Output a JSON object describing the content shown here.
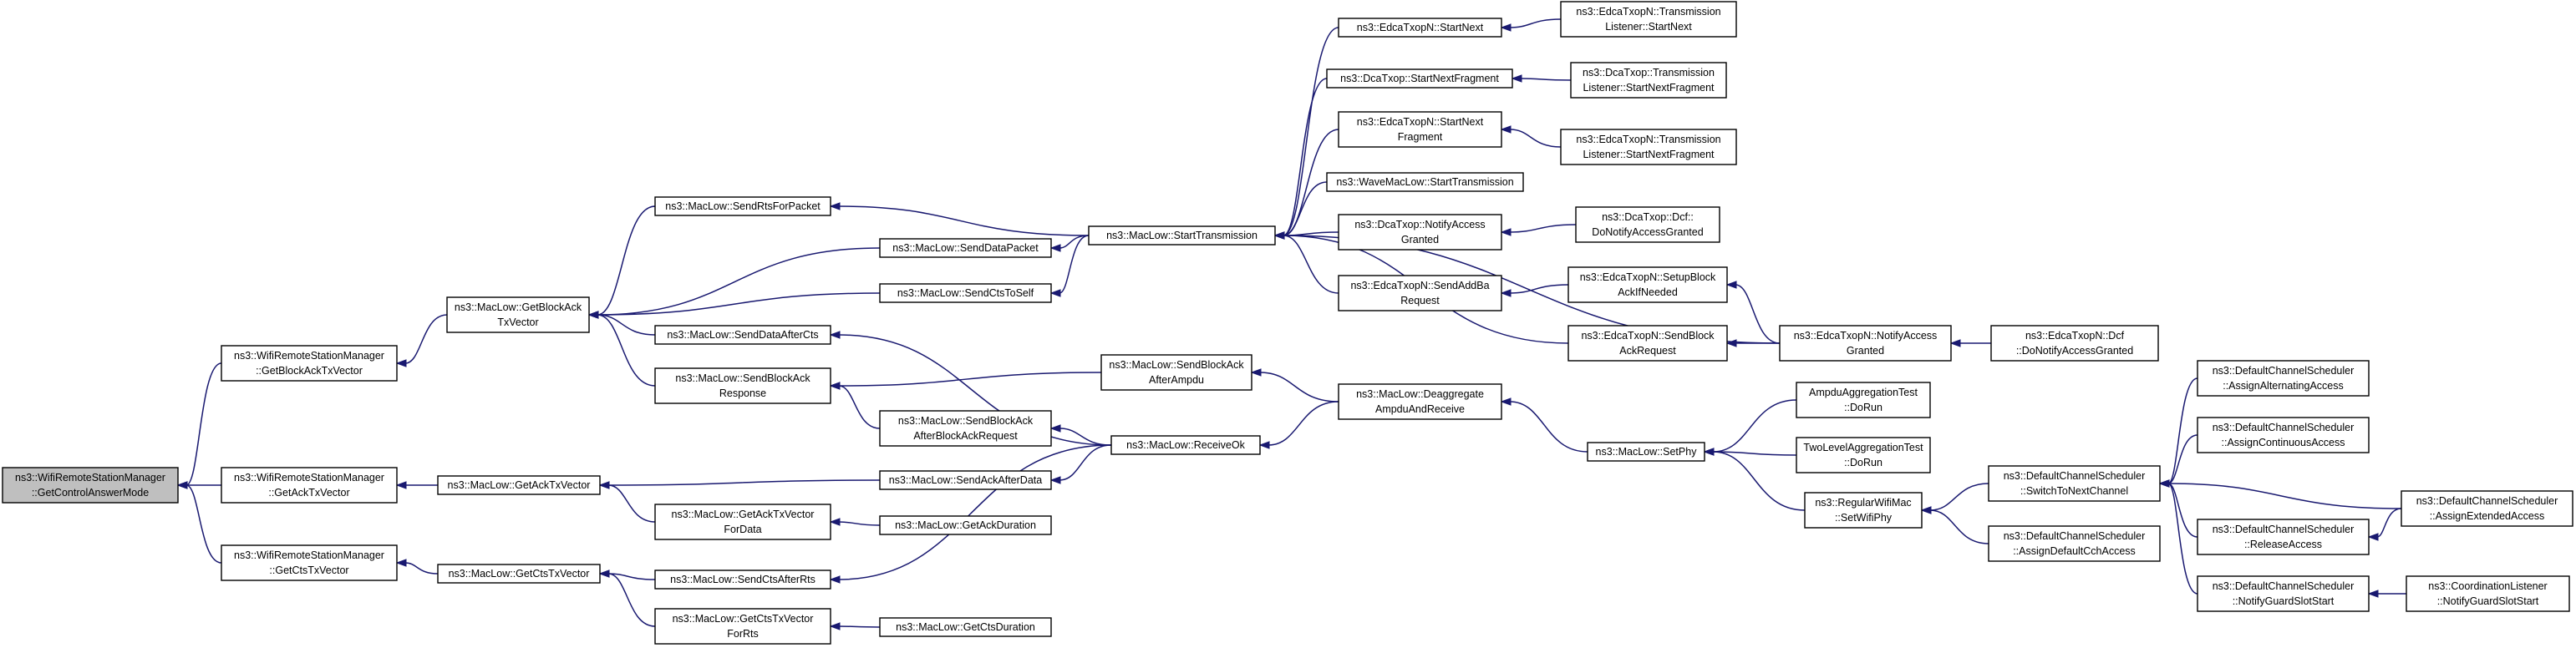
{
  "nodes": [
    {
      "id": "root",
      "lines": [
        "ns3::WifiRemoteStationManager",
        "::GetControlAnswerMode"
      ],
      "root": true
    },
    {
      "id": "wrsm_gba",
      "lines": [
        "ns3::WifiRemoteStationManager",
        "::GetBlockAckTxVector"
      ]
    },
    {
      "id": "wrsm_gack",
      "lines": [
        "ns3::WifiRemoteStationManager",
        "::GetAckTxVector"
      ]
    },
    {
      "id": "wrsm_gcts",
      "lines": [
        "ns3::WifiRemoteStationManager",
        "::GetCtsTxVector"
      ]
    },
    {
      "id": "ml_gba",
      "lines": [
        "ns3::MacLow::GetBlockAck",
        "TxVector"
      ]
    },
    {
      "id": "ml_gack",
      "lines": [
        "ns3::MacLow::GetAckTxVector"
      ]
    },
    {
      "id": "ml_gcts",
      "lines": [
        "ns3::MacLow::GetCtsTxVector"
      ]
    },
    {
      "id": "ml_srts",
      "lines": [
        "ns3::MacLow::SendRtsForPacket"
      ]
    },
    {
      "id": "ml_sdata",
      "lines": [
        "ns3::MacLow::SendDataPacket"
      ]
    },
    {
      "id": "ml_sctsself",
      "lines": [
        "ns3::MacLow::SendCtsToSelf"
      ]
    },
    {
      "id": "ml_sdac",
      "lines": [
        "ns3::MacLow::SendDataAfterCts"
      ]
    },
    {
      "id": "ml_sbar",
      "lines": [
        "ns3::MacLow::SendBlockAck",
        "Response"
      ]
    },
    {
      "id": "ml_sbaaa",
      "lines": [
        "ns3::MacLow::SendBlockAck",
        "AfterAmpdu"
      ]
    },
    {
      "id": "ml_sbaabar",
      "lines": [
        "ns3::MacLow::SendBlockAck",
        "AfterBlockAckRequest"
      ]
    },
    {
      "id": "ml_sackad",
      "lines": [
        "ns3::MacLow::SendAckAfterData"
      ]
    },
    {
      "id": "ml_gacktxfd",
      "lines": [
        "ns3::MacLow::GetAckTxVector",
        "ForData"
      ]
    },
    {
      "id": "ml_gackdur",
      "lines": [
        "ns3::MacLow::GetAckDuration"
      ]
    },
    {
      "id": "ml_sctsar",
      "lines": [
        "ns3::MacLow::SendCtsAfterRts"
      ]
    },
    {
      "id": "ml_gctstxfr",
      "lines": [
        "ns3::MacLow::GetCtsTxVector",
        "ForRts"
      ]
    },
    {
      "id": "ml_gctsdur",
      "lines": [
        "ns3::MacLow::GetCtsDuration"
      ]
    },
    {
      "id": "ml_st",
      "lines": [
        "ns3::MacLow::StartTransmission"
      ]
    },
    {
      "id": "ml_rok",
      "lines": [
        "ns3::MacLow::ReceiveOk"
      ]
    },
    {
      "id": "et_sn",
      "lines": [
        "ns3::EdcaTxopN::StartNext"
      ]
    },
    {
      "id": "dt_snf",
      "lines": [
        "ns3::DcaTxop::StartNextFragment"
      ]
    },
    {
      "id": "et_snf",
      "lines": [
        "ns3::EdcaTxopN::StartNext",
        "Fragment"
      ]
    },
    {
      "id": "wml_st",
      "lines": [
        "ns3::WaveMacLow::StartTransmission"
      ]
    },
    {
      "id": "dt_nag",
      "lines": [
        "ns3::DcaTxop::NotifyAccess",
        "Granted"
      ]
    },
    {
      "id": "et_saddba",
      "lines": [
        "ns3::EdcaTxopN::SendAddBa",
        "Request"
      ]
    },
    {
      "id": "ml_dar",
      "lines": [
        "ns3::MacLow::Deaggregate",
        "AmpduAndReceive"
      ]
    },
    {
      "id": "et_tl_sn",
      "lines": [
        "ns3::EdcaTxopN::Transmission",
        "Listener::StartNext"
      ]
    },
    {
      "id": "dt_tl_snf",
      "lines": [
        "ns3::DcaTxop::Transmission",
        "Listener::StartNextFragment"
      ]
    },
    {
      "id": "et_tl_snf",
      "lines": [
        "ns3::EdcaTxopN::Transmission",
        "Listener::StartNextFragment"
      ]
    },
    {
      "id": "dt_dcf",
      "lines": [
        "ns3::DcaTxop::Dcf::",
        "DoNotifyAccessGranted"
      ]
    },
    {
      "id": "et_sbainn",
      "lines": [
        "ns3::EdcaTxopN::SetupBlock",
        "AckIfNeeded"
      ]
    },
    {
      "id": "et_sbar",
      "lines": [
        "ns3::EdcaTxopN::SendBlock",
        "AckRequest"
      ]
    },
    {
      "id": "et_nag",
      "lines": [
        "ns3::EdcaTxopN::NotifyAccess",
        "Granted"
      ]
    },
    {
      "id": "et_dcf",
      "lines": [
        "ns3::EdcaTxopN::Dcf",
        "::DoNotifyAccessGranted"
      ]
    },
    {
      "id": "ml_setphy",
      "lines": [
        "ns3::MacLow::SetPhy"
      ]
    },
    {
      "id": "aat_dorun",
      "lines": [
        "AmpduAggregationTest",
        "::DoRun"
      ]
    },
    {
      "id": "tlat_dorun",
      "lines": [
        "TwoLevelAggregationTest",
        "::DoRun"
      ]
    },
    {
      "id": "rwm_swp",
      "lines": [
        "ns3::RegularWifiMac",
        "::SetWifiPhy"
      ]
    },
    {
      "id": "dcs_stnc",
      "lines": [
        "ns3::DefaultChannelScheduler",
        "::SwitchToNextChannel"
      ]
    },
    {
      "id": "dcs_adcca",
      "lines": [
        "ns3::DefaultChannelScheduler",
        "::AssignDefaultCchAccess"
      ]
    },
    {
      "id": "dcs_aaa",
      "lines": [
        "ns3::DefaultChannelScheduler",
        "::AssignAlternatingAccess"
      ]
    },
    {
      "id": "dcs_aca",
      "lines": [
        "ns3::DefaultChannelScheduler",
        "::AssignContinuousAccess"
      ]
    },
    {
      "id": "dcs_ra",
      "lines": [
        "ns3::DefaultChannelScheduler",
        "::ReleaseAccess"
      ]
    },
    {
      "id": "dcs_ngss",
      "lines": [
        "ns3::DefaultChannelScheduler",
        "::NotifyGuardSlotStart"
      ]
    },
    {
      "id": "dcs_aea",
      "lines": [
        "ns3::DefaultChannelScheduler",
        "::AssignExtendedAccess"
      ]
    },
    {
      "id": "cl_ngss",
      "lines": [
        "ns3::CoordinationListener",
        "::NotifyGuardSlotStart"
      ]
    }
  ],
  "edges": [
    [
      "wrsm_gba",
      "root"
    ],
    [
      "wrsm_gack",
      "root"
    ],
    [
      "wrsm_gcts",
      "root"
    ],
    [
      "ml_gba",
      "wrsm_gba"
    ],
    [
      "ml_gack",
      "wrsm_gack"
    ],
    [
      "ml_gcts",
      "wrsm_gcts"
    ],
    [
      "ml_srts",
      "ml_gba"
    ],
    [
      "ml_sdata",
      "ml_gba"
    ],
    [
      "ml_sctsself",
      "ml_gba"
    ],
    [
      "ml_sdac",
      "ml_gba"
    ],
    [
      "ml_sbar",
      "ml_gba"
    ],
    [
      "ml_sackad",
      "ml_gack"
    ],
    [
      "ml_gacktxfd",
      "ml_gack"
    ],
    [
      "ml_gackdur",
      "ml_gacktxfd"
    ],
    [
      "ml_sctsar",
      "ml_gcts"
    ],
    [
      "ml_gctstxfr",
      "ml_gcts"
    ],
    [
      "ml_gctsdur",
      "ml_gctstxfr"
    ],
    [
      "ml_st",
      "ml_srts"
    ],
    [
      "ml_st",
      "ml_sdata"
    ],
    [
      "ml_st",
      "ml_sctsself"
    ],
    [
      "ml_sbaaa",
      "ml_sbar"
    ],
    [
      "ml_sbaabar",
      "ml_sbar"
    ],
    [
      "ml_rok",
      "ml_sdac"
    ],
    [
      "ml_rok",
      "ml_sbaabar"
    ],
    [
      "ml_rok",
      "ml_sackad"
    ],
    [
      "ml_rok",
      "ml_sctsar"
    ],
    [
      "ml_dar",
      "ml_sbaaa"
    ],
    [
      "ml_dar",
      "ml_rok"
    ],
    [
      "et_sn",
      "ml_st"
    ],
    [
      "dt_snf",
      "ml_st"
    ],
    [
      "et_snf",
      "ml_st"
    ],
    [
      "wml_st",
      "ml_st"
    ],
    [
      "dt_nag",
      "ml_st"
    ],
    [
      "et_saddba",
      "ml_st"
    ],
    [
      "et_sbar",
      "ml_st"
    ],
    [
      "et_nag",
      "ml_st"
    ],
    [
      "et_tl_sn",
      "et_sn"
    ],
    [
      "dt_tl_snf",
      "dt_snf"
    ],
    [
      "et_tl_snf",
      "et_snf"
    ],
    [
      "dt_dcf",
      "dt_nag"
    ],
    [
      "et_sbainn",
      "et_saddba"
    ],
    [
      "et_nag",
      "et_sbainn"
    ],
    [
      "et_nag",
      "et_sbar"
    ],
    [
      "et_dcf",
      "et_nag"
    ],
    [
      "ml_setphy",
      "ml_dar"
    ],
    [
      "aat_dorun",
      "ml_setphy"
    ],
    [
      "tlat_dorun",
      "ml_setphy"
    ],
    [
      "rwm_swp",
      "ml_setphy"
    ],
    [
      "dcs_stnc",
      "rwm_swp"
    ],
    [
      "dcs_adcca",
      "rwm_swp"
    ],
    [
      "dcs_aaa",
      "dcs_stnc"
    ],
    [
      "dcs_aca",
      "dcs_stnc"
    ],
    [
      "dcs_ra",
      "dcs_stnc"
    ],
    [
      "dcs_ngss",
      "dcs_stnc"
    ],
    [
      "dcs_aea",
      "dcs_stnc"
    ],
    [
      "dcs_aea",
      "dcs_ra"
    ],
    [
      "cl_ngss",
      "dcs_ngss"
    ]
  ]
}
